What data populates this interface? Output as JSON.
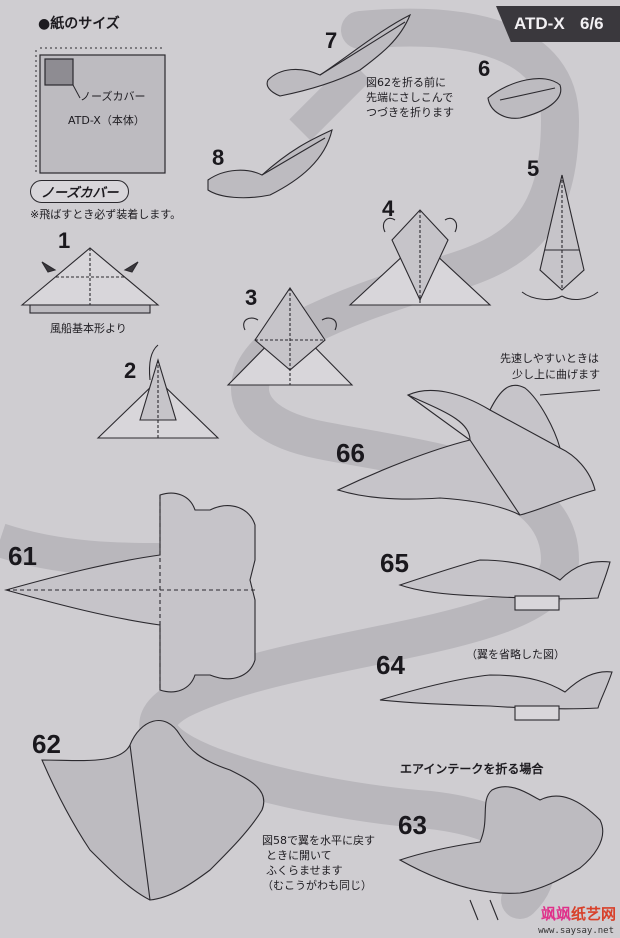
{
  "header": {
    "model": "ATD-X",
    "page_marker": "6/6"
  },
  "paper_size": {
    "title": "●紙のサイズ",
    "nose_cover_label": "ノーズカバー",
    "body_label": "ATD-X（本体）"
  },
  "nose_cover": {
    "heading": "ノーズカバー",
    "note": "※飛ばすとき必ず装着します。",
    "base_caption": "風船基本形より"
  },
  "steps": {
    "s1": "1",
    "s2": "2",
    "s3": "3",
    "s4": "4",
    "s5": "5",
    "s6": "6",
    "s7": "7",
    "s8": "8",
    "s61": "61",
    "s62": "62",
    "s63": "63",
    "s64": "64",
    "s65": "65",
    "s66": "66"
  },
  "notes": {
    "step7_line1": "図62を折る前に",
    "step7_line2": "先端にさしこんで",
    "step7_line3": "つづきを折ります",
    "step66_line1": "先速しやすいときは",
    "step66_line2": "少し上に曲げます",
    "step64_note": "（翼を省略した図）",
    "intake_heading": "エアインテークを折る場合",
    "step62_line1": "図58で翼を水平に戻す",
    "step62_line2": "ときに開いて",
    "step62_line3": "ふくらませます",
    "step62_line4": "（むこうがわも同じ）"
  },
  "watermark": {
    "part1": "飒飒",
    "part2": "纸艺网",
    "url": "www.saysay.net"
  }
}
